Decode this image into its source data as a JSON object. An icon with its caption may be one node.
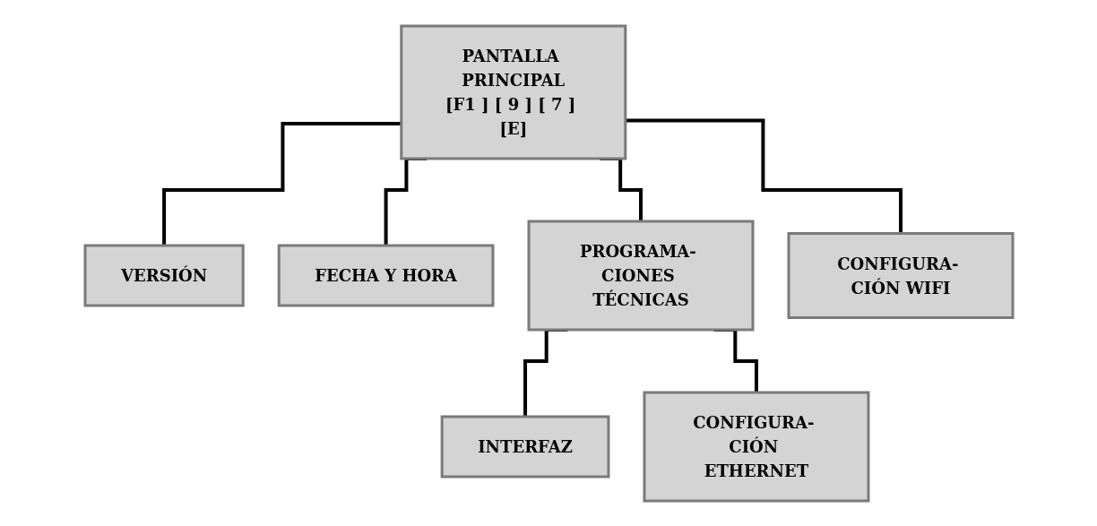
{
  "diagram": {
    "nodes": [
      {
        "text": [
          "PANTALLA PRINCIPAL",
          "[F1 ] [ 9 ] [ 7 ] [E]"
        ]
      },
      {
        "text": [
          "VERSIÓN"
        ]
      },
      {
        "text": [
          "FECHA Y HORA"
        ]
      },
      {
        "text": [
          "PROGRAMA- CIONES TÉCNICAS"
        ]
      },
      {
        "text": [
          "CONFIGURA- CIÓN WIFI"
        ]
      },
      {
        "text": [
          "INTERFAZ"
        ]
      },
      {
        "text": [
          "CONFIGURA- CIÓN ETHERNET"
        ]
      }
    ],
    "edges": [
      {
        "from": 0,
        "to": 1,
        "arrow": "none"
      },
      {
        "from": 0,
        "to": 2,
        "arrow": "none"
      },
      {
        "from": 0,
        "to": 3,
        "arrow": "none"
      },
      {
        "from": 0,
        "to": 4,
        "arrow": "none"
      },
      {
        "from": 3,
        "to": 5,
        "arrow": "none"
      },
      {
        "from": 3,
        "to": 6,
        "arrow": "none"
      }
    ]
  }
}
